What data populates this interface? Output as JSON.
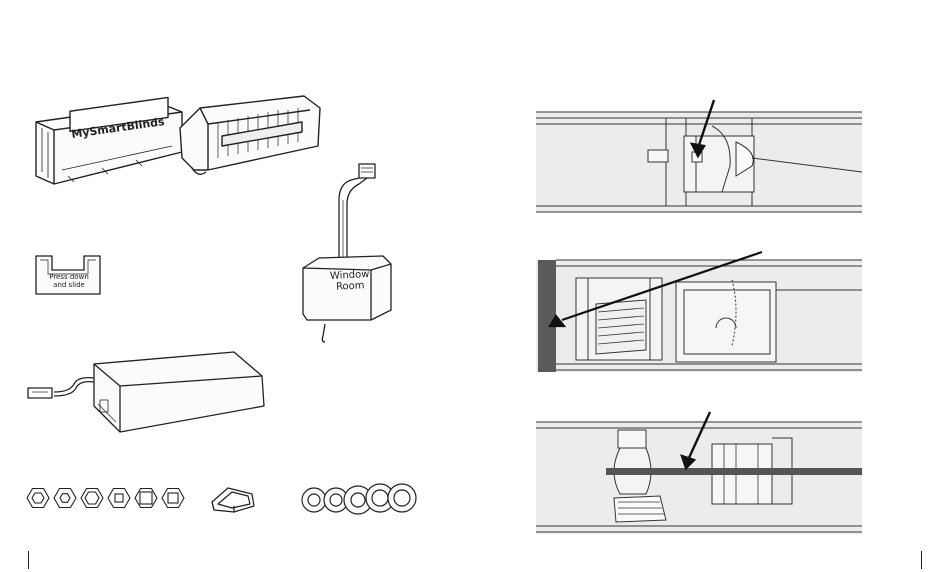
{
  "motor_housing": {
    "brand_text": "MySmartBlinds"
  },
  "key_tool": {
    "line1": "Press down",
    "line2": "and slide"
  },
  "sensor_box": {
    "line1": "Window",
    "line2": "Room"
  },
  "icons": {
    "hex_adapters": "hex-adapter-icon",
    "clip": "bracket-clip-icon",
    "rings": "spacer-ring-icon"
  },
  "colors": {
    "line": "#222222",
    "panel": "#e9e9e9",
    "endcap": "#5a5a5a"
  }
}
